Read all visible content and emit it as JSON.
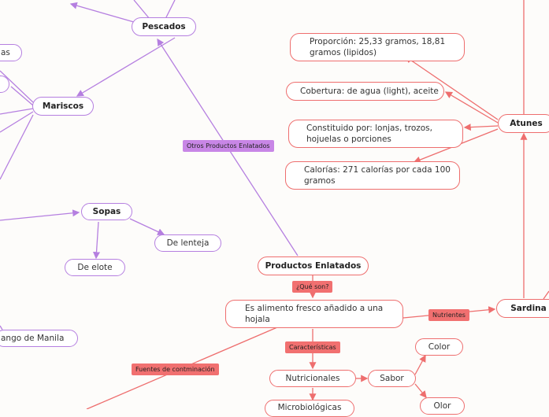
{
  "colors": {
    "purple": "#b57fe0",
    "red": "#ee6e6e",
    "background": "#fdfcfa"
  },
  "nodes": {
    "pescados": "Pescados",
    "mariscos": "Mariscos",
    "sopas": "Sopas",
    "de_lenteja": "De lenteja",
    "de_elote": "De elote",
    "mango": "ango de Manila",
    "left_fragment": "as",
    "productos_enlatados": "Productos Enlatados",
    "definicion": "Es alimento fresco añadido a una hojala",
    "nutricionales": "Nutricionales",
    "microbiologicas": "Microbiológicas",
    "sabor": "Sabor",
    "color": "Color",
    "olor": "Olor",
    "sardina": "Sardina",
    "atunes": "Atunes",
    "proporcion": "Proporción: 25,33 gramos, 18,81 gramos (lipidos)",
    "cobertura": "Cobertura: de agua (light), aceite",
    "constituido": "Constituido por: lonjas, trozos, hojuelas o porciones",
    "calorias": "Calorías: 271 calorías por cada 100 gramos"
  },
  "tags": {
    "otros_productos": "Otros Productos Enlatados",
    "que_son": "¿Qué son?",
    "nutrientes": "Nutrientes",
    "caracteristicas": "Características",
    "fuentes": "Fuentes de contminación"
  }
}
